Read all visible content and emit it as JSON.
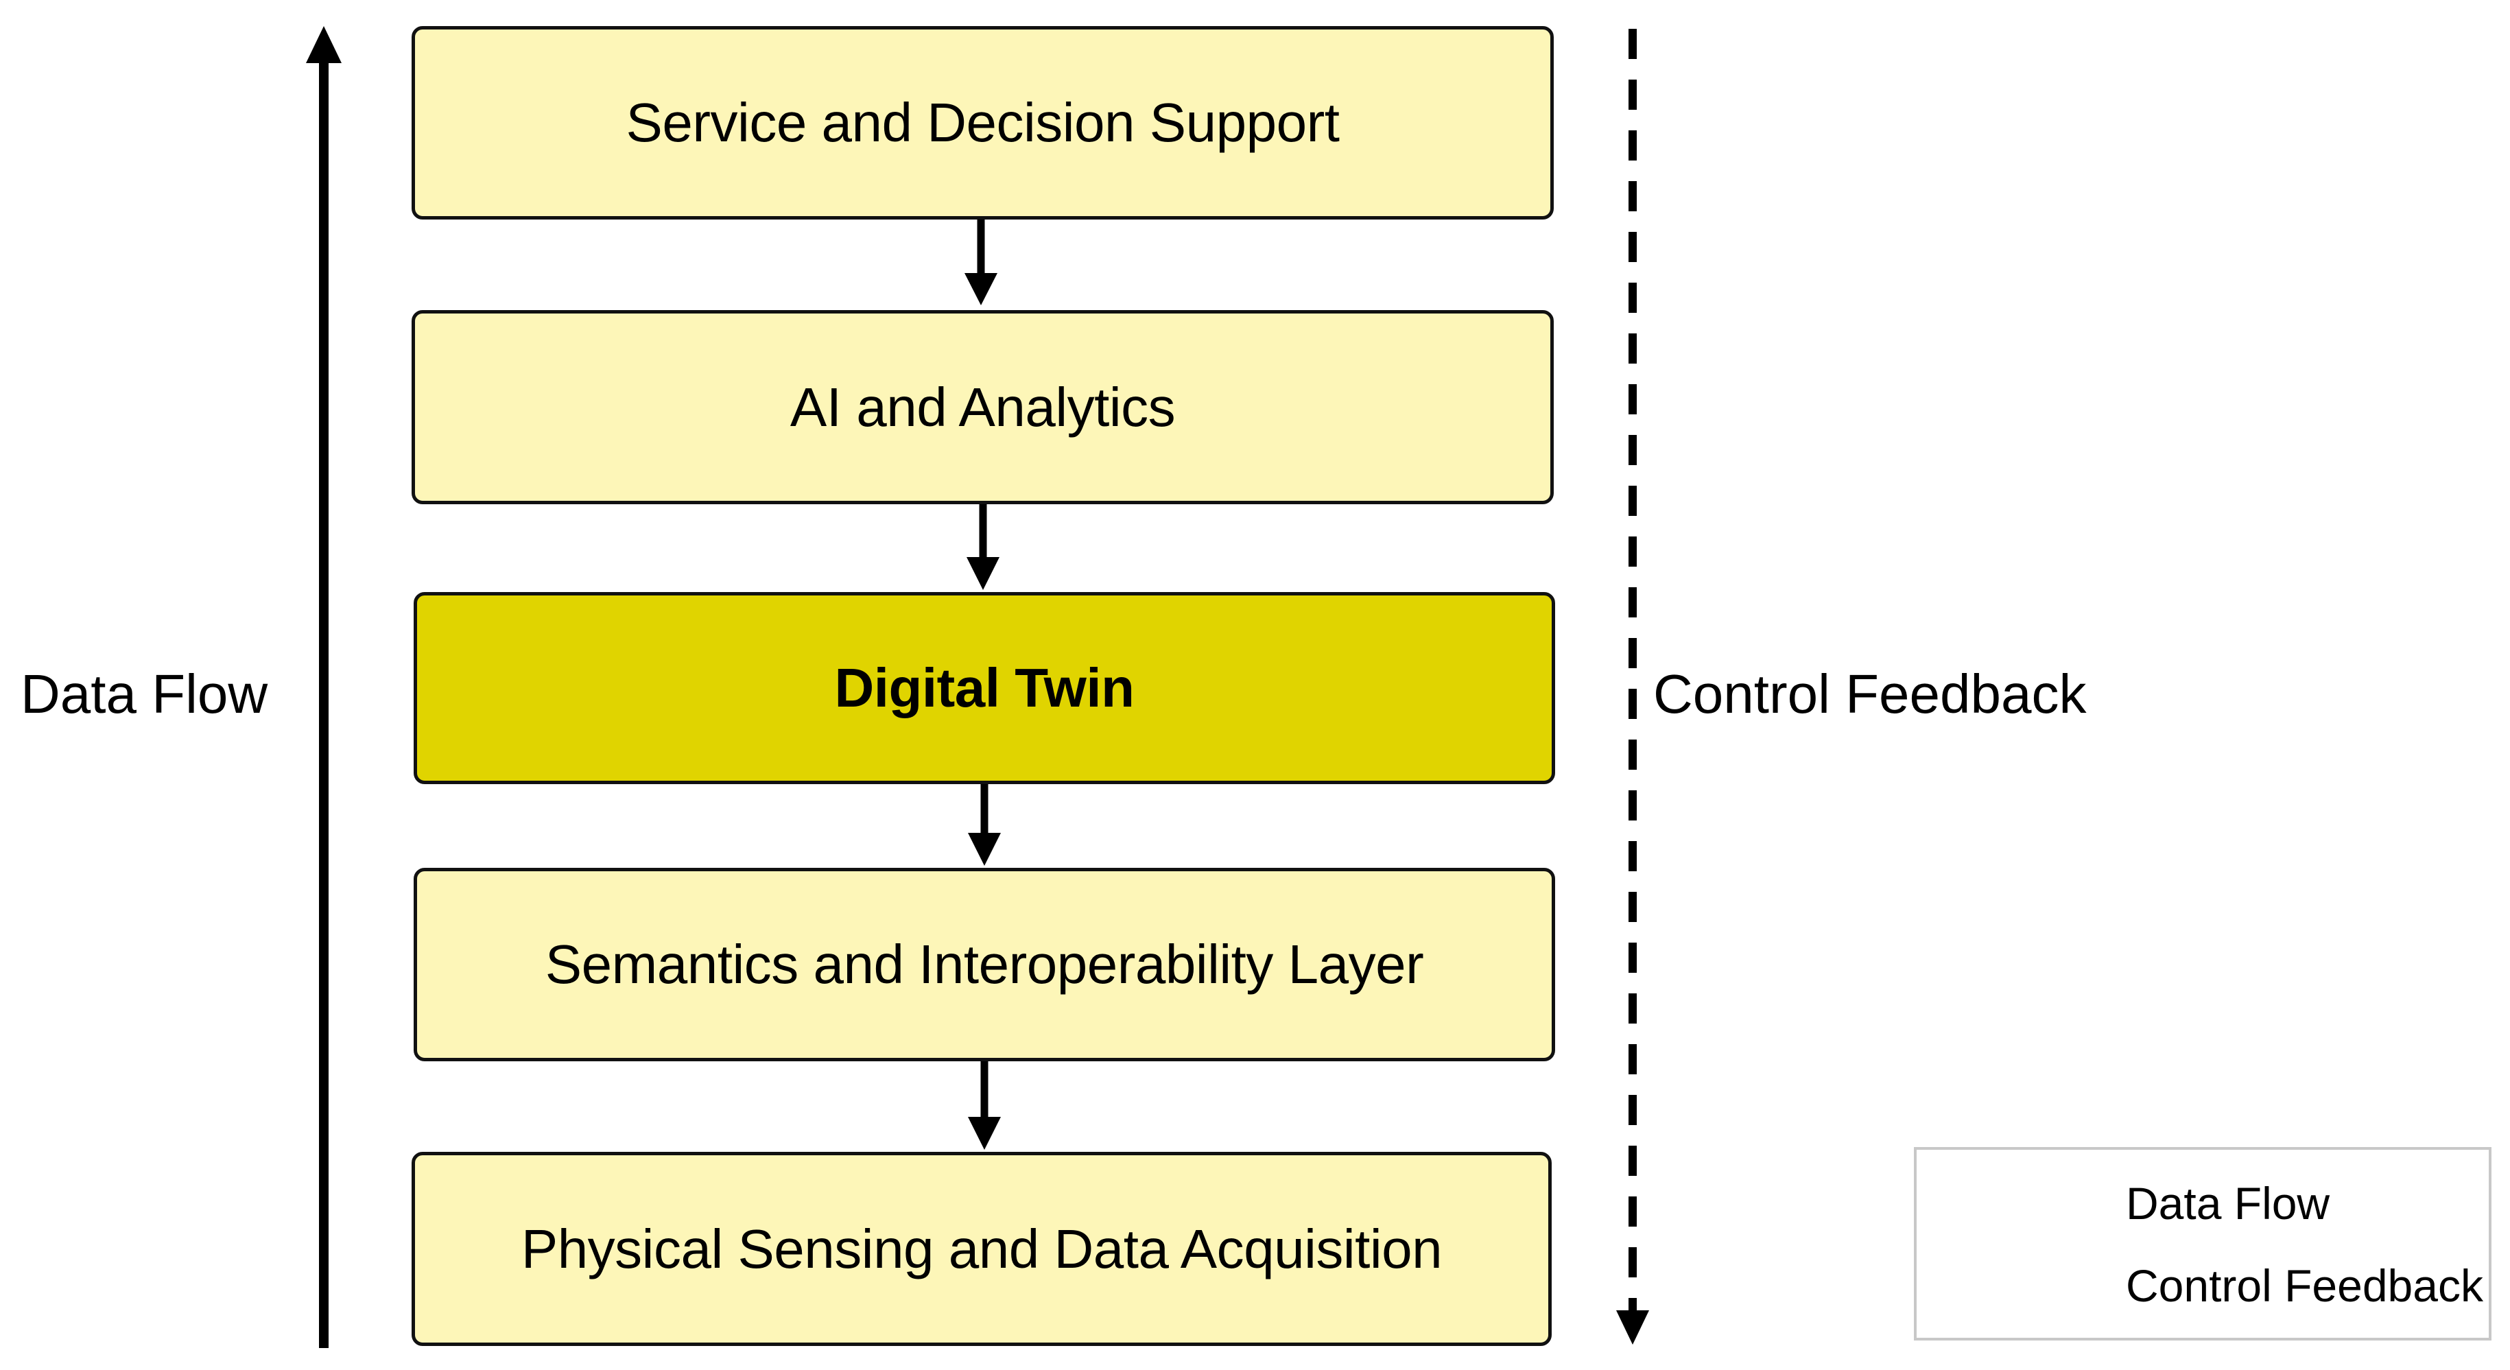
{
  "layers": [
    {
      "label": "Service and Decision Support",
      "fill": "#fdf6b8",
      "highlight": false
    },
    {
      "label": "AI and Analytics",
      "fill": "#fdf6b8",
      "highlight": false
    },
    {
      "label": "Digital Twin",
      "fill": "#e0d400",
      "highlight": true
    },
    {
      "label": "Semantics and Interoperability Layer",
      "fill": "#fdf6b8",
      "highlight": false
    },
    {
      "label": "Physical Sensing and Data Acquisition",
      "fill": "#fdf6b8",
      "highlight": false
    }
  ],
  "left_axis": {
    "label": "Data Flow",
    "direction": "up",
    "style": "solid"
  },
  "right_axis": {
    "label": "Control Feedback",
    "direction": "down",
    "style": "dashed"
  },
  "legend": {
    "items": [
      {
        "label": "Data Flow",
        "style": "solid-arrow"
      },
      {
        "label": "Control Feedback",
        "style": "dashed-line"
      }
    ]
  },
  "colors": {
    "layer_fill": "#fdf6b8",
    "highlight_fill": "#e0d400",
    "stroke": "#111111",
    "legend_border": "#c8c8c8"
  }
}
